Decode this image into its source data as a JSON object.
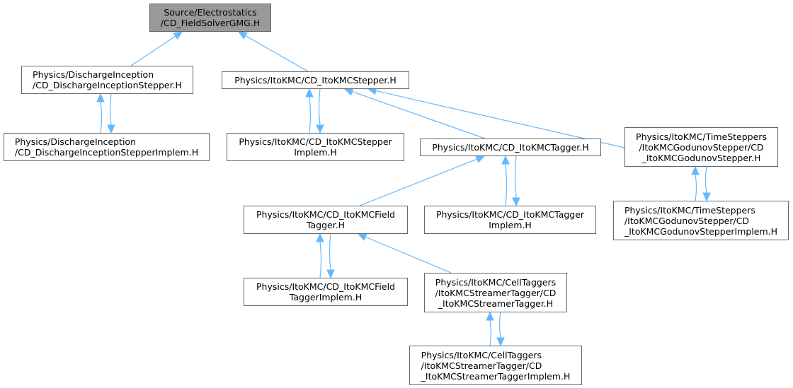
{
  "diagram": {
    "type": "include-dependency-graph",
    "edge_color": "#63b8ff",
    "root_fill": "#999999",
    "nodes": [
      {
        "id": "root",
        "label": "Source/Electrostatics\n/CD_FieldSolverGMG.H",
        "highlighted": true
      },
      {
        "id": "di_stepper",
        "label": "Physics/DischargeInception\n/CD_DischargeInceptionStepper.H"
      },
      {
        "id": "di_impl",
        "label": "Physics/DischargeInception\n/CD_DischargeInceptionStepperImplem.H"
      },
      {
        "id": "ito_stepper",
        "label": "Physics/ItoKMC/CD_ItoKMCStepper.H"
      },
      {
        "id": "ito_stepper_impl",
        "label": "Physics/ItoKMC/CD_ItoKMCStepper\nImplem.H"
      },
      {
        "id": "ito_tagger",
        "label": "Physics/ItoKMC/CD_ItoKMCTagger.H"
      },
      {
        "id": "godunov",
        "label": "Physics/ItoKMC/TimeSteppers\n/ItoKMCGodunovStepper/CD\n_ItoKMCGodunovStepper.H"
      },
      {
        "id": "godunov_impl",
        "label": "Physics/ItoKMC/TimeSteppers\n/ItoKMCGodunovStepper/CD\n_ItoKMCGodunovStepperImplem.H"
      },
      {
        "id": "field_tagger",
        "label": "Physics/ItoKMC/CD_ItoKMCField\nTagger.H"
      },
      {
        "id": "tagger_impl",
        "label": "Physics/ItoKMC/CD_ItoKMCTagger\nImplem.H"
      },
      {
        "id": "field_tagger_impl",
        "label": "Physics/ItoKMC/CD_ItoKMCField\nTaggerImplem.H"
      },
      {
        "id": "streamer",
        "label": "Physics/ItoKMC/CellTaggers\n/ItoKMCStreamerTagger/CD\n_ItoKMCStreamerTagger.H"
      },
      {
        "id": "streamer_impl",
        "label": "Physics/ItoKMC/CellTaggers\n/ItoKMCStreamerTagger/CD\n_ItoKMCStreamerTaggerImplem.H"
      }
    ],
    "edges": [
      {
        "from": "di_stepper",
        "to": "root"
      },
      {
        "from": "ito_stepper",
        "to": "root"
      },
      {
        "from": "di_impl",
        "to": "di_stepper"
      },
      {
        "from": "di_stepper",
        "to": "di_impl"
      },
      {
        "from": "ito_stepper_impl",
        "to": "ito_stepper"
      },
      {
        "from": "ito_stepper",
        "to": "ito_stepper_impl"
      },
      {
        "from": "ito_tagger",
        "to": "ito_stepper"
      },
      {
        "from": "godunov",
        "to": "ito_stepper"
      },
      {
        "from": "tagger_impl",
        "to": "ito_tagger"
      },
      {
        "from": "ito_tagger",
        "to": "tagger_impl"
      },
      {
        "from": "field_tagger",
        "to": "ito_tagger"
      },
      {
        "from": "godunov_impl",
        "to": "godunov"
      },
      {
        "from": "godunov",
        "to": "godunov_impl"
      },
      {
        "from": "field_tagger_impl",
        "to": "field_tagger"
      },
      {
        "from": "field_tagger",
        "to": "field_tagger_impl"
      },
      {
        "from": "streamer",
        "to": "field_tagger"
      },
      {
        "from": "streamer_impl",
        "to": "streamer"
      },
      {
        "from": "streamer",
        "to": "streamer_impl"
      }
    ]
  }
}
